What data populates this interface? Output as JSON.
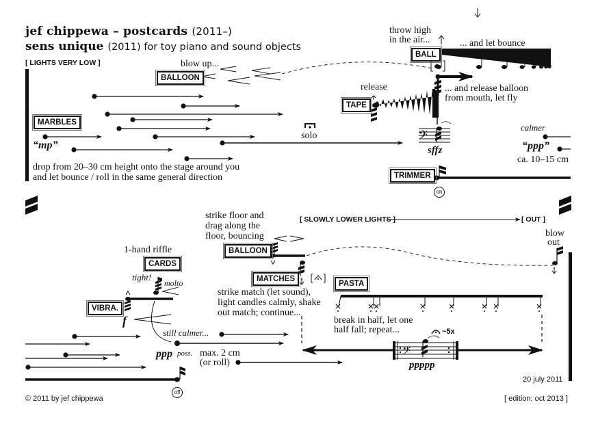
{
  "header": {
    "line1_bold": "jef chippewa – postcards",
    "line1_light": "(2011–)",
    "line2_bold": "sens unique",
    "line2_light": "(2011) for toy piano and sound objects"
  },
  "section1": {
    "lights_cue": "[ LIGHTS VERY LOW ]",
    "balloon_label": "BALLOON",
    "balloon_instruction": "blow up...",
    "marbles_label": "MARBLES",
    "marbles_dynamic": "“mp”",
    "marbles_instruction_1": "drop from 20–30 cm height onto the stage around you",
    "marbles_instruction_2": "and let bounce / roll in the same general direction",
    "solo_label": "solo",
    "ball_label": "BALL",
    "ball_instruction_1": "throw high",
    "ball_instruction_2": "in the air...",
    "ball_bounce": "... and let bounce",
    "ball_bracket_note": "[ ]",
    "release_balloon_1": "... and release balloon",
    "release_balloon_2": "from mouth, let fly",
    "tape_label": "TAPE",
    "tape_instruction": "release",
    "sffz": "sffz",
    "calmer": "calmer",
    "ppp_quote": "“ppp”",
    "distance": "ca. 10–15 cm",
    "trimmer_label": "TRIMMER",
    "trimmer_on": "on"
  },
  "section2": {
    "balloon_instruction_1": "strike floor and",
    "balloon_instruction_2": "drag along the",
    "balloon_instruction_3": "floor, bouncing",
    "balloon_label": "BALLOON",
    "lights_cue_start": "[ SLOWLY LOWER LIGHTS ]",
    "lights_cue_end": "[ OUT ]",
    "blow_out_1": "blow",
    "blow_out_2": "out",
    "cards_instruction": "1-hand riffle",
    "cards_label": "CARDS",
    "tight": "tight!",
    "molto": "molto",
    "vibra_label": "VIBRA.",
    "vibra_dynamic": "f",
    "matches_label": "MATCHES",
    "matches_instruction_1": "strike match (let sound),",
    "matches_instruction_2": "light candles calmly, shake",
    "matches_instruction_3": "out match; continue...",
    "pasta_label": "PASTA",
    "pasta_instruction_1": "break in half, let one",
    "pasta_instruction_2": "half fall; repeat...",
    "still_calmer": "still calmer...",
    "ppp_poss_dyn": "ppp",
    "ppp_poss_word": "poss.",
    "max_distance": "max. 2 cm",
    "or_roll": "(or roll)",
    "repeat_count": "~5x",
    "ppppp": "ppppp",
    "trimmer_off": "off",
    "date": "20 july 2011"
  },
  "footer": {
    "copyright": "© 2011 by jef chippewa",
    "edition": "[ edition: oct 2013 ]"
  }
}
